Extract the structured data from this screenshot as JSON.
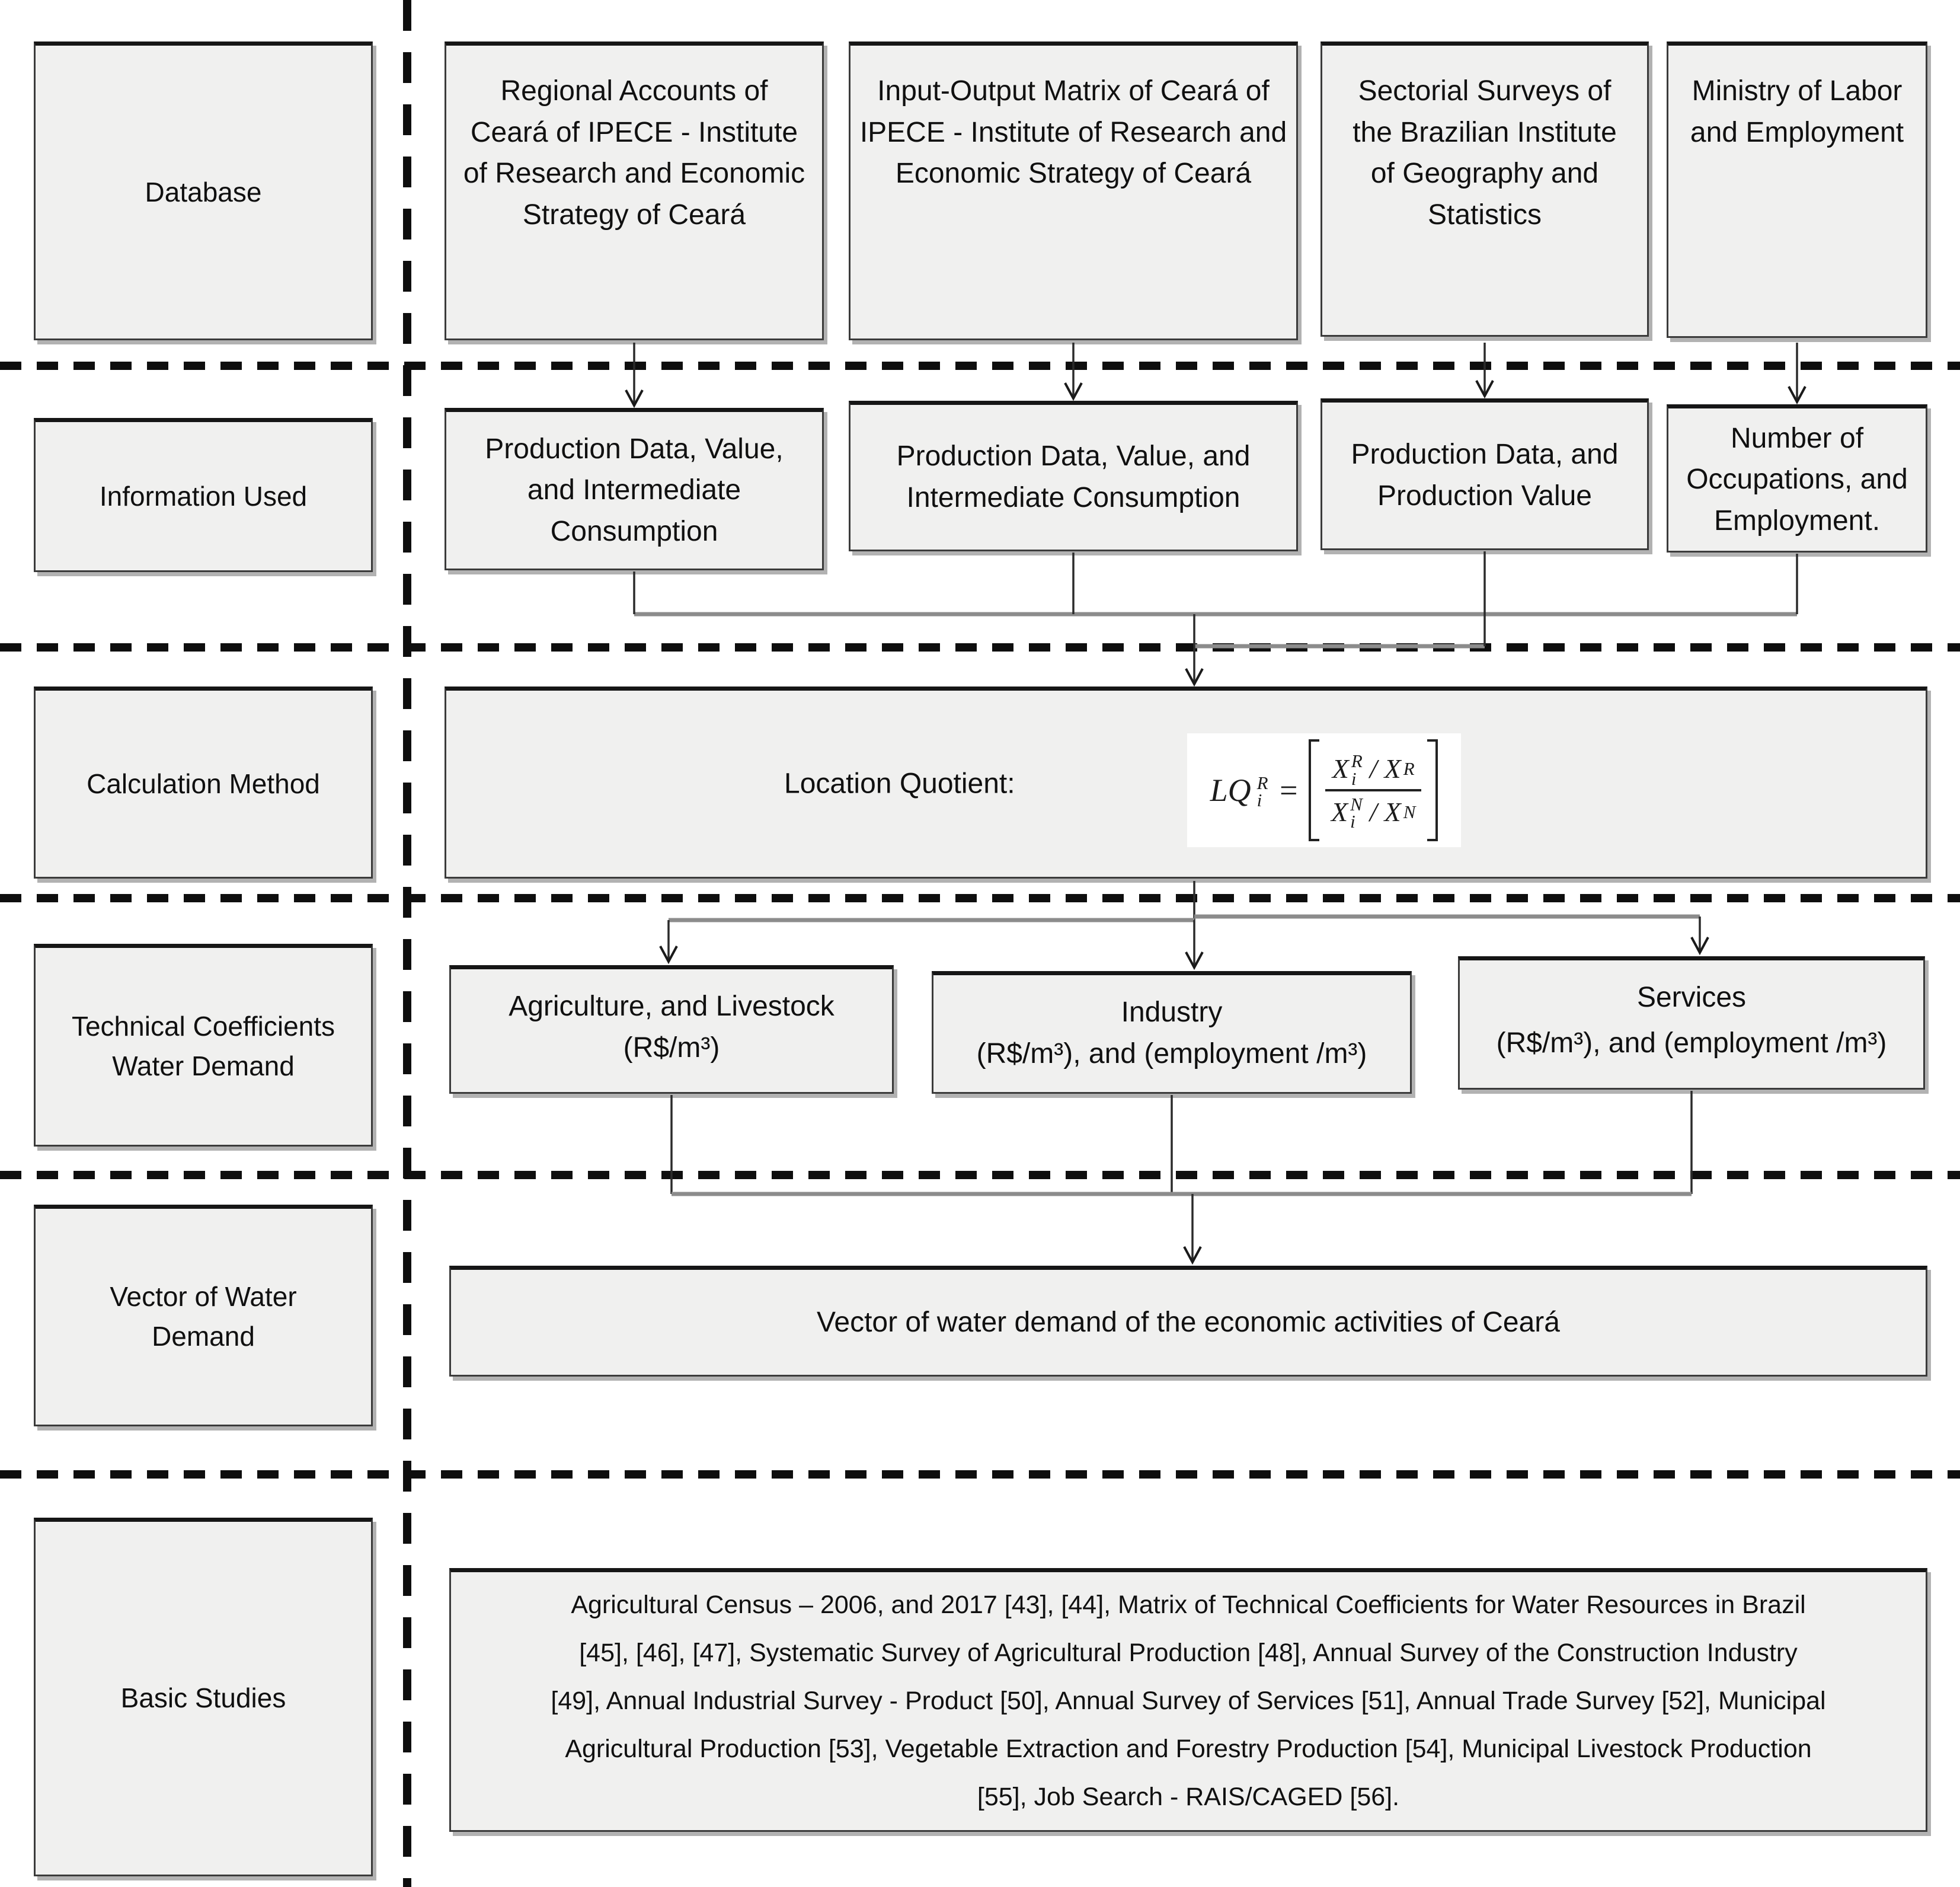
{
  "left_labels": {
    "database": "Database",
    "information_used": "Information Used",
    "calculation_method": "Calculation Method",
    "technical_coefficients": "Technical Coefficients\nWater Demand",
    "vector_of_water_demand": "Vector of Water\nDemand",
    "basic_studies": "Basic Studies"
  },
  "database_row": {
    "regional_accounts": "Regional Accounts of\nCeará of IPECE - Institute\nof Research and Economic\nStrategy of Ceará",
    "input_output_matrix": "Input-Output Matrix of Ceará of\nIPECE - Institute of Research and\nEconomic Strategy of Ceará",
    "sectorial_surveys": "Sectorial Surveys of\nthe Brazilian Institute\nof Geography and\nStatistics",
    "ministry_labor": "Ministry of Labor\nand Employment"
  },
  "information_row": {
    "box1": "Production Data, Value,\nand Intermediate\nConsumption",
    "box2": "Production Data, Value, and\nIntermediate Consumption",
    "box3": "Production Data, and\nProduction Value",
    "box4": "Number of\nOccupations, and\nEmployment."
  },
  "calculation_row": {
    "title": "Location Quotient:",
    "formula": {
      "lhs_base": "LQ",
      "lhs_sup": "R",
      "lhs_sub": "i",
      "equals": "=",
      "num_x1": "X",
      "num_x1_sup": "R",
      "num_x1_sub": "i",
      "num_slash": "/",
      "num_x2": "X",
      "num_x2_sup": "R",
      "den_x1": "X",
      "den_x1_sup": "N",
      "den_x1_sub": "i",
      "den_slash": "/",
      "den_x2": "X",
      "den_x2_sup": "N"
    }
  },
  "technical_row": {
    "agriculture_title": "Agriculture, and Livestock",
    "agriculture_unit": "(R$/m³)",
    "industry_title": "Industry",
    "industry_unit": "(R$/m³), and (employment /m³)",
    "services_title": "Services",
    "services_unit": "(R$/m³), and (employment /m³)"
  },
  "vector_row": {
    "text": "Vector of water demand of the economic activities of Ceará"
  },
  "basic_studies_row": {
    "text": "Agricultural Census – 2006, and 2017 [43], [44], Matrix of Technical Coefficients for Water Resources in Brazil\n[45], [46], [47], Systematic Survey of Agricultural Production [48], Annual Survey of the Construction Industry\n[49], Annual Industrial Survey - Product [50], Annual Survey of Services [51], Annual Trade Survey [52], Municipal\nAgricultural Production [53], Vegetable Extraction and Forestry Production [54], Municipal Livestock Production\n[55], Job Search - RAIS/CAGED [56]."
  },
  "colors": {
    "box_fill": "#f0f0ef",
    "box_border": "#3b3b3b",
    "dash": "#0e0e0e",
    "connector": "#2b2b2b",
    "collector_gray": "#8c8c8c"
  }
}
